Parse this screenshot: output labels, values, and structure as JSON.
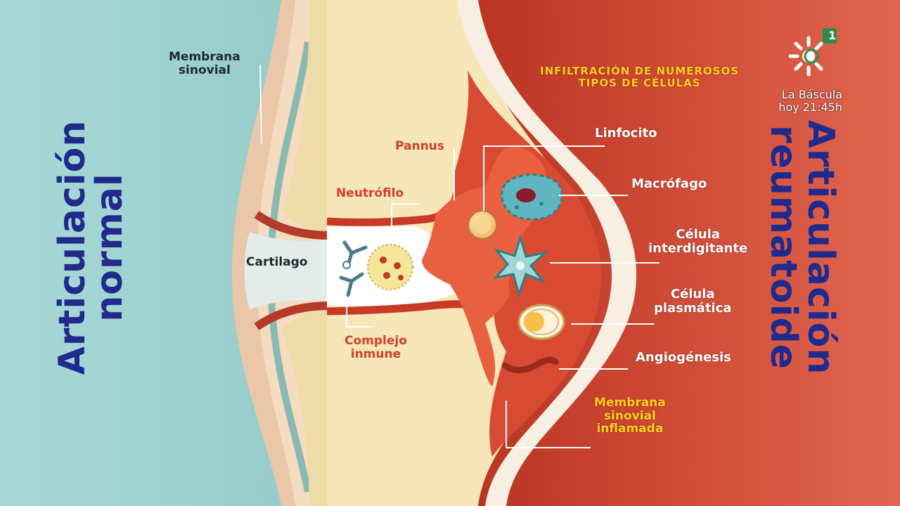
{
  "titles": {
    "normal": "Articulación\nnormal",
    "reumatoide": "Articulación\nreumatoide"
  },
  "labels": {
    "membrana_sinovial": "Membrana\nsinovial",
    "cartilago": "Cartilago",
    "pannus": "Pannus",
    "neutrofilo": "Neutrófilo",
    "complejo_inmune": "Complejo\ninmune",
    "infiltracion": "INFILTRACIÓN DE NUMEROSOS\nTIPOS DE CÉLULAS",
    "linfocito": "Linfocito",
    "macrofago": "Macrófago",
    "celula_interdigitante": "Célula\ninterdigitante",
    "celula_plasmatica": "Célula\nplasmática",
    "angiogenesis": "Angiogénesis",
    "membrana_inflamada": "Membrana\nsinovial\ninflamada"
  },
  "channel": {
    "logo_number": "1",
    "program": "La Báscula",
    "time": "hoy 21:45h"
  },
  "colors": {
    "left_bg": "#9ecfcf",
    "right_bg": "#c8402e",
    "bone": "#f4e3b6",
    "title_blue": "#1f2a8c",
    "label_yellow": "#ffd21a",
    "pannus_red": "#e05a3c"
  }
}
